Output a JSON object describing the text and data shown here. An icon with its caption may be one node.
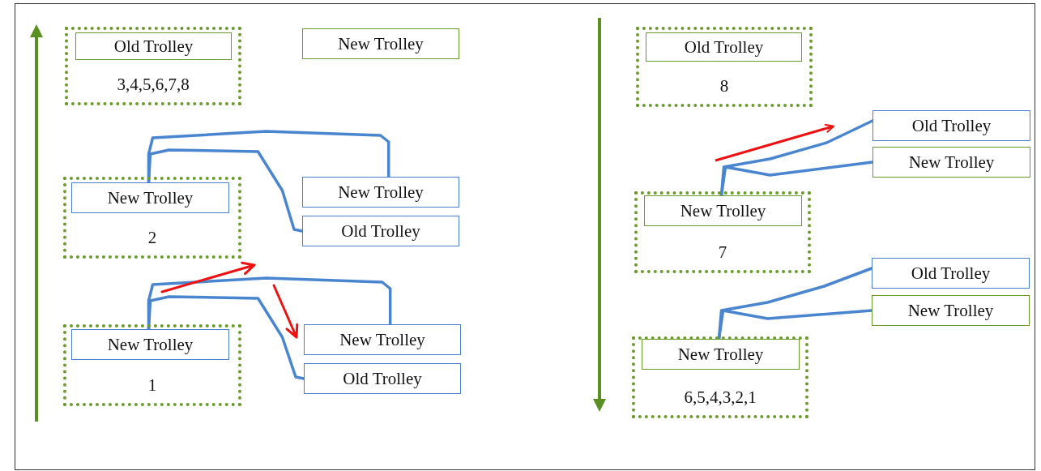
{
  "diagram": {
    "nodes": [
      {
        "text": [
          "3,4,5,6,7,8"
        ]
      },
      {
        "text": [
          "Old Trolley"
        ],
        "in": 0
      },
      {
        "text": [
          "New Trolley"
        ]
      },
      {
        "text": [
          "2"
        ]
      },
      {
        "text": [
          "New Trolley"
        ],
        "in": 3
      },
      {
        "text": [
          "New Trolley"
        ]
      },
      {
        "text": [
          "Old Trolley"
        ]
      },
      {
        "text": [
          "1"
        ]
      },
      {
        "text": [
          "New Trolley"
        ],
        "in": 7
      },
      {
        "text": [
          "New Trolley"
        ]
      },
      {
        "text": [
          "Old Trolley"
        ]
      },
      {
        "text": [
          "8"
        ]
      },
      {
        "text": [
          "Old Trolley"
        ],
        "in": 11
      },
      {
        "text": [
          "Old Trolley"
        ]
      },
      {
        "text": [
          "New Trolley"
        ]
      },
      {
        "text": [
          "7"
        ]
      },
      {
        "text": [
          "New Trolley"
        ],
        "in": 15
      },
      {
        "text": [
          "6,5,4,3,2,1"
        ]
      },
      {
        "text": [
          "New Trolley"
        ],
        "in": 17
      },
      {
        "text": [
          "Old Trolley"
        ]
      },
      {
        "text": [
          "New Trolley"
        ]
      }
    ],
    "edges": [
      {
        "from": 4,
        "to": 5,
        "arrow": "none"
      },
      {
        "from": 4,
        "to": 6,
        "arrow": "none"
      },
      {
        "from": 8,
        "to": 9,
        "arrow": "none"
      },
      {
        "from": 8,
        "to": 10,
        "arrow": "none"
      },
      {
        "from": 16,
        "to": 13,
        "arrow": "none"
      },
      {
        "from": 16,
        "to": 14,
        "arrow": "none"
      },
      {
        "from": 18,
        "to": 19,
        "arrow": "none"
      },
      {
        "from": 18,
        "to": 20,
        "arrow": "none"
      }
    ]
  }
}
